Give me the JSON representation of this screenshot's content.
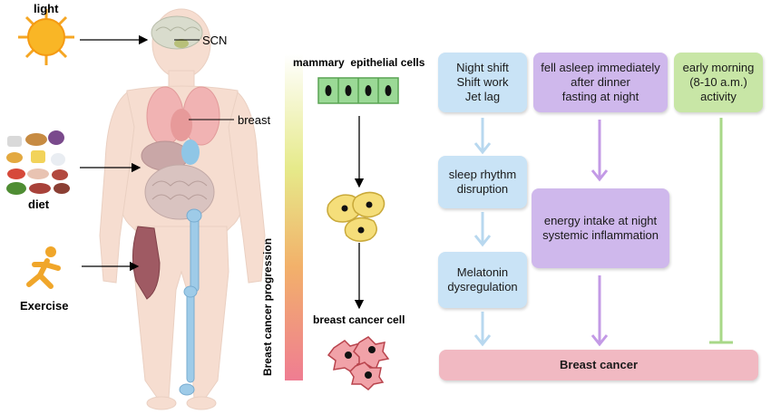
{
  "body_labels": {
    "light": "light",
    "scn": "SCN",
    "breast": "breast",
    "diet": "diet",
    "exercise": "Exercise"
  },
  "progression": {
    "axis_label": "Breast cancer progression",
    "top_label": "mammary  epithelial cells",
    "bottom_label": "breast cancer cell"
  },
  "boxes": {
    "night_shift": "Night shift\nShift work\nJet lag",
    "sleep_disruption": "sleep rhythm\ndisruption",
    "melatonin": "Melatonin\ndysregulation",
    "fell_asleep": "fell asleep immediately\nafter dinner\nfasting at night",
    "energy_intake": "energy intake at night\nsystemic inflammation",
    "early_morning": "early morning\n(8-10 a.m.)\nactivity",
    "breast_cancer": "Breast cancer"
  },
  "colors": {
    "blue_box": "#c9e3f6",
    "purple_box": "#cfb8ec",
    "green_box": "#c8e6a6",
    "pink_box": "#f1b9c2",
    "blue_arrow": "#b8d8ef",
    "purple_arrow": "#c39ae6",
    "green_arrow": "#a8d888"
  }
}
